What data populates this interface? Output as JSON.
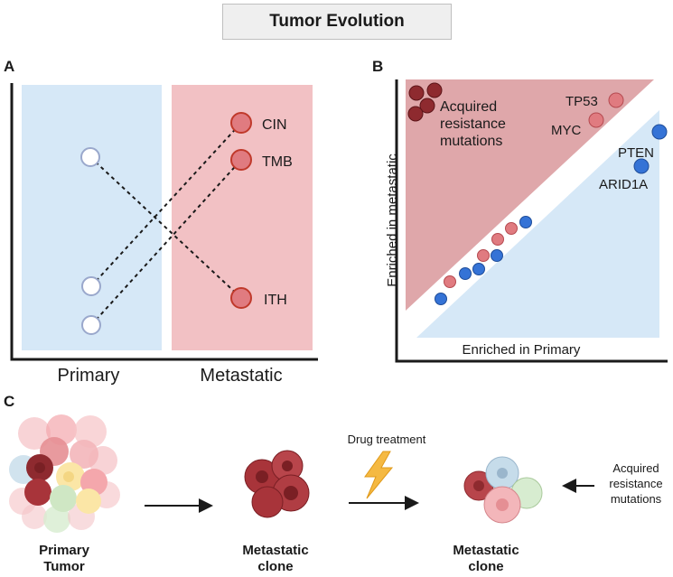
{
  "title": "Tumor Evolution",
  "panels": {
    "a": {
      "letter": "A",
      "x_labels": [
        "Primary",
        "Metastatic"
      ],
      "primary_circles": 3,
      "metastatic_labels": [
        "CIN",
        "TMB",
        "ITH"
      ]
    },
    "b": {
      "letter": "B",
      "y_label": "Enriched in metastatic",
      "x_label": "Enriched in Primary",
      "cluster_label": [
        "Acquired",
        "resistance",
        "mutations"
      ],
      "metastatic_genes": [
        "TP53",
        "MYC"
      ],
      "primary_genes": [
        "PTEN",
        "ARID1A"
      ]
    },
    "c": {
      "letter": "C",
      "stage1_label": [
        "Primary",
        "Tumor"
      ],
      "stage2_label": [
        "Metastatic",
        "clone"
      ],
      "stage3_label": [
        "Metastatic",
        "clone"
      ],
      "treatment_label": "Drug treatment",
      "annotation": [
        "Acquired",
        "resistance",
        "mutations"
      ]
    }
  },
  "colors": {
    "primary_bg": "#d6e8f7",
    "metastatic_bg": "#f2c1c4",
    "metastatic_dot": "#e07b80",
    "dark_red": "#8e2a2f",
    "blue_dot": "#3573d6",
    "lightning": "#f5b942"
  }
}
